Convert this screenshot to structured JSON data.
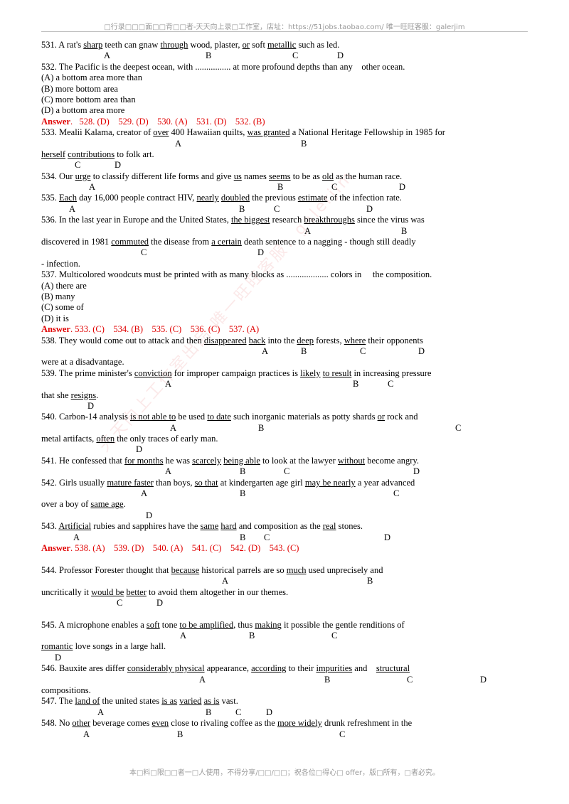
{
  "header": "□行录□□□面□□背□□者-天天向上录□工作室，店址：https://51jobs.taobao.com/ 唯一旺旺客服：galerjim",
  "footer": "本□料□限□□者一□人使用，不得分享/□□/□□；祝各位□得心□ offer，版□所有，□者必究。",
  "watermark": "天天向上工作室出品·唯一旺旺客服：galerjim",
  "q531": {
    "a": "531. A rat's ",
    "b": "sharp",
    "c": " teeth can gnaw ",
    "d": "through",
    "e": " wood, plaster, ",
    "f": "or",
    "g": " soft ",
    "h": "metallic",
    "i": " such as led."
  },
  "q532": {
    "stem": "532. The Pacific is the deepest ocean, with ................ at more profound depths than any    other ocean.",
    "A": "(A) a bottom area more than",
    "B": "(B) more bottom area",
    "C": "(C) more bottom area than",
    "D": "(D) a bottom area more"
  },
  "ans1": {
    "label": "Answer",
    "text": ".   528. (D)    529. (D)    530. (A)    531. (D)    532. (B)"
  },
  "q533": {
    "a": "533. Mealii Kalama, creator of ",
    "b": "over",
    "c": " 400 Hawaiian quilts, ",
    "d": "was granted",
    "e": " a National Heritage Fellowship in 1985 for",
    "f": "herself",
    "g": " ",
    "h": "contributions",
    "i": " to folk art."
  },
  "q534": {
    "a": "534. Our ",
    "b": "urge",
    "c": " to classify different life forms and give ",
    "d": "us",
    "e": " names ",
    "f": "seems",
    "g": " to be as ",
    "h": "old",
    "i": " as the human race."
  },
  "q535": {
    "a": "535. ",
    "b": "Each",
    "c": " day 16,000 people contract HIV, ",
    "d": "nearly",
    "e": " ",
    "f": "doubled",
    "g": " the previous ",
    "h": "estimate",
    "i": " of the infection rate."
  },
  "q536": {
    "a": "536. In the last year in Europe and the United States, ",
    "b": "the biggest",
    "c": " research ",
    "d": "breakthroughs",
    "e": " since the virus was",
    "f": "discovered in 1981 ",
    "g": "commuted",
    "h": " the disease from ",
    "i": "a certain",
    "j": " death sentence to a nagging - though still deadly",
    "k": "- infection."
  },
  "q537": {
    "stem": "537. Multicolored woodcuts must be printed with as many blocks as ................... colors in     the composition.",
    "A": "(A) there are",
    "B": "(B) many",
    "C": "(C) some of",
    "D": "(D) it is"
  },
  "ans2": {
    "label": "Answer",
    "text": ". 533. (C)    534. (B)    535. (C)    536. (C)    537. (A)"
  },
  "q538": {
    "a": "538. They would come out to attack and then ",
    "b": "disappeared",
    "c": " ",
    "d": "back",
    "e": " into the ",
    "f": "deep",
    "g": " forests, ",
    "h": "where",
    "i": " their opponents",
    "j": "were at a disadvantage."
  },
  "q539": {
    "a": "539. The prime minister's ",
    "b": "conviction",
    "c": " for improper campaign practices is ",
    "d": "likely",
    "e": " ",
    "f": "to result",
    "g": " in increasing pressure",
    "h": "that she ",
    "i": "resigns",
    "j": "."
  },
  "q540": {
    "a": "540. Carbon-14 analysis ",
    "b": "is not able to",
    "c": " be used ",
    "d": "to date",
    "e": " such inorganic materials as potty shards ",
    "f": "or",
    "g": " rock and",
    "h": "metal artifacts, ",
    "i": "often",
    "j": " the only traces of early man."
  },
  "q541": {
    "a": "541. He confessed that ",
    "b": "for months",
    "c": " he was ",
    "d": "scarcely",
    "e": " ",
    "f": "being able",
    "g": " to look at the lawyer ",
    "h": "without",
    "i": " become angry."
  },
  "q542": {
    "a": "542. Girls usually ",
    "b": "mature faster",
    "c": " than boys, ",
    "d": "so that",
    "e": " at kindergarten age girl ",
    "f": "may be nearly",
    "g": " a year advanced",
    "h": "over a boy of ",
    "i": "same age",
    "j": "."
  },
  "q543": {
    "a": "543. ",
    "b": "Artificial",
    "c": " rubies and sapphires have the ",
    "d": "same",
    "e": " ",
    "f": "hard",
    "g": " and composition as the ",
    "h": "real",
    "i": " stones."
  },
  "ans3": {
    "label": "Answer",
    "text": ". 538. (A)    539. (D)    540. (A)    541. (C)    542. (D)    543. (C)"
  },
  "q544": {
    "a": "544. Professor Forester thought that ",
    "b": "because",
    "c": " historical parrels are so ",
    "d": "much",
    "e": " used unprecisely and",
    "f": "uncritically it ",
    "g": "would be",
    "h": " ",
    "i": "better",
    "j": " to avoid them altogether in our themes."
  },
  "q545": {
    "a": "545. A microphone enables a ",
    "b": "soft",
    "c": " tone ",
    "d": "to be amplified",
    "e": ", thus ",
    "f": "making",
    "g": " it possible the gentle renditions of",
    "h": "romantic",
    "i": " love songs in a large hall."
  },
  "q546": {
    "a": "546. Bauxite ares differ ",
    "b": "considerably physical",
    "c": " appearance, ",
    "d": "according",
    "e": " to their ",
    "f": "impurities",
    "g": " and    ",
    "h": "structural",
    "i": "compositions."
  },
  "q547": {
    "a": "547. The ",
    "b": "land of",
    "c": " the united states ",
    "d": "is as",
    "e": " ",
    "f": "varied",
    "g": " ",
    "h": "as is",
    "i": " vast."
  },
  "q548": {
    "a": "548. No ",
    "b": "other",
    "c": " beverage comes ",
    "d": "even",
    "e": " close to rivaling coffee as the ",
    "f": "more widely",
    "g": " drunk refreshment in the"
  },
  "letters": {
    "A": "A",
    "B": "B",
    "C": "C",
    "D": "D"
  }
}
